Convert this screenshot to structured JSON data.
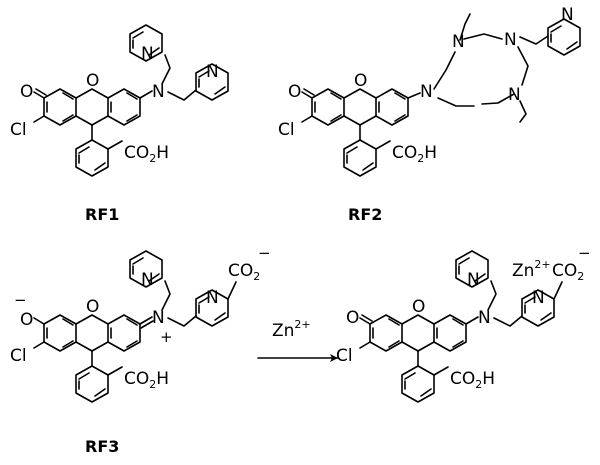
{
  "compounds": {
    "rf1": {
      "label": "RF1"
    },
    "rf2": {
      "label": "RF2"
    },
    "rf3": {
      "label": "RF3"
    }
  },
  "atoms": {
    "O": "O",
    "N": "N",
    "Cl": "Cl",
    "CO2H": "CO",
    "H": "H",
    "two": "2",
    "minus": "−",
    "plus": "+"
  },
  "reaction": {
    "reagent_base": "Zn",
    "reagent_charge": "2+",
    "complex_ion": "Zn",
    "complex_charge": "2+"
  },
  "colors": {
    "ink": "#000000",
    "background": "#ffffff"
  }
}
